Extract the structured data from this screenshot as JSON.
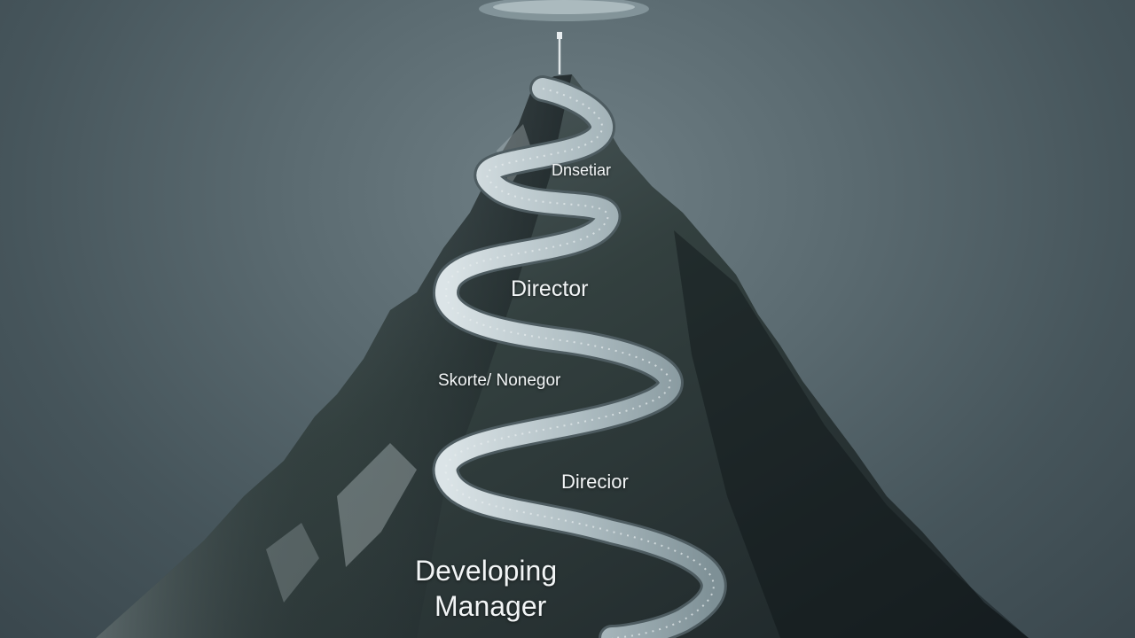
{
  "scene": {
    "labels": {
      "top": "Dnsetiar",
      "director_upper": "Director",
      "senior_manager": "Skorte/ Nonegor",
      "director_lower": "Direcior",
      "developing_line1": "Developing",
      "developing_line2": "Manager"
    },
    "colors": {
      "sky": "#5b6b71",
      "mountain": "#2a3438",
      "road": "#b9c7cc",
      "text": "#f2f5f6"
    }
  }
}
